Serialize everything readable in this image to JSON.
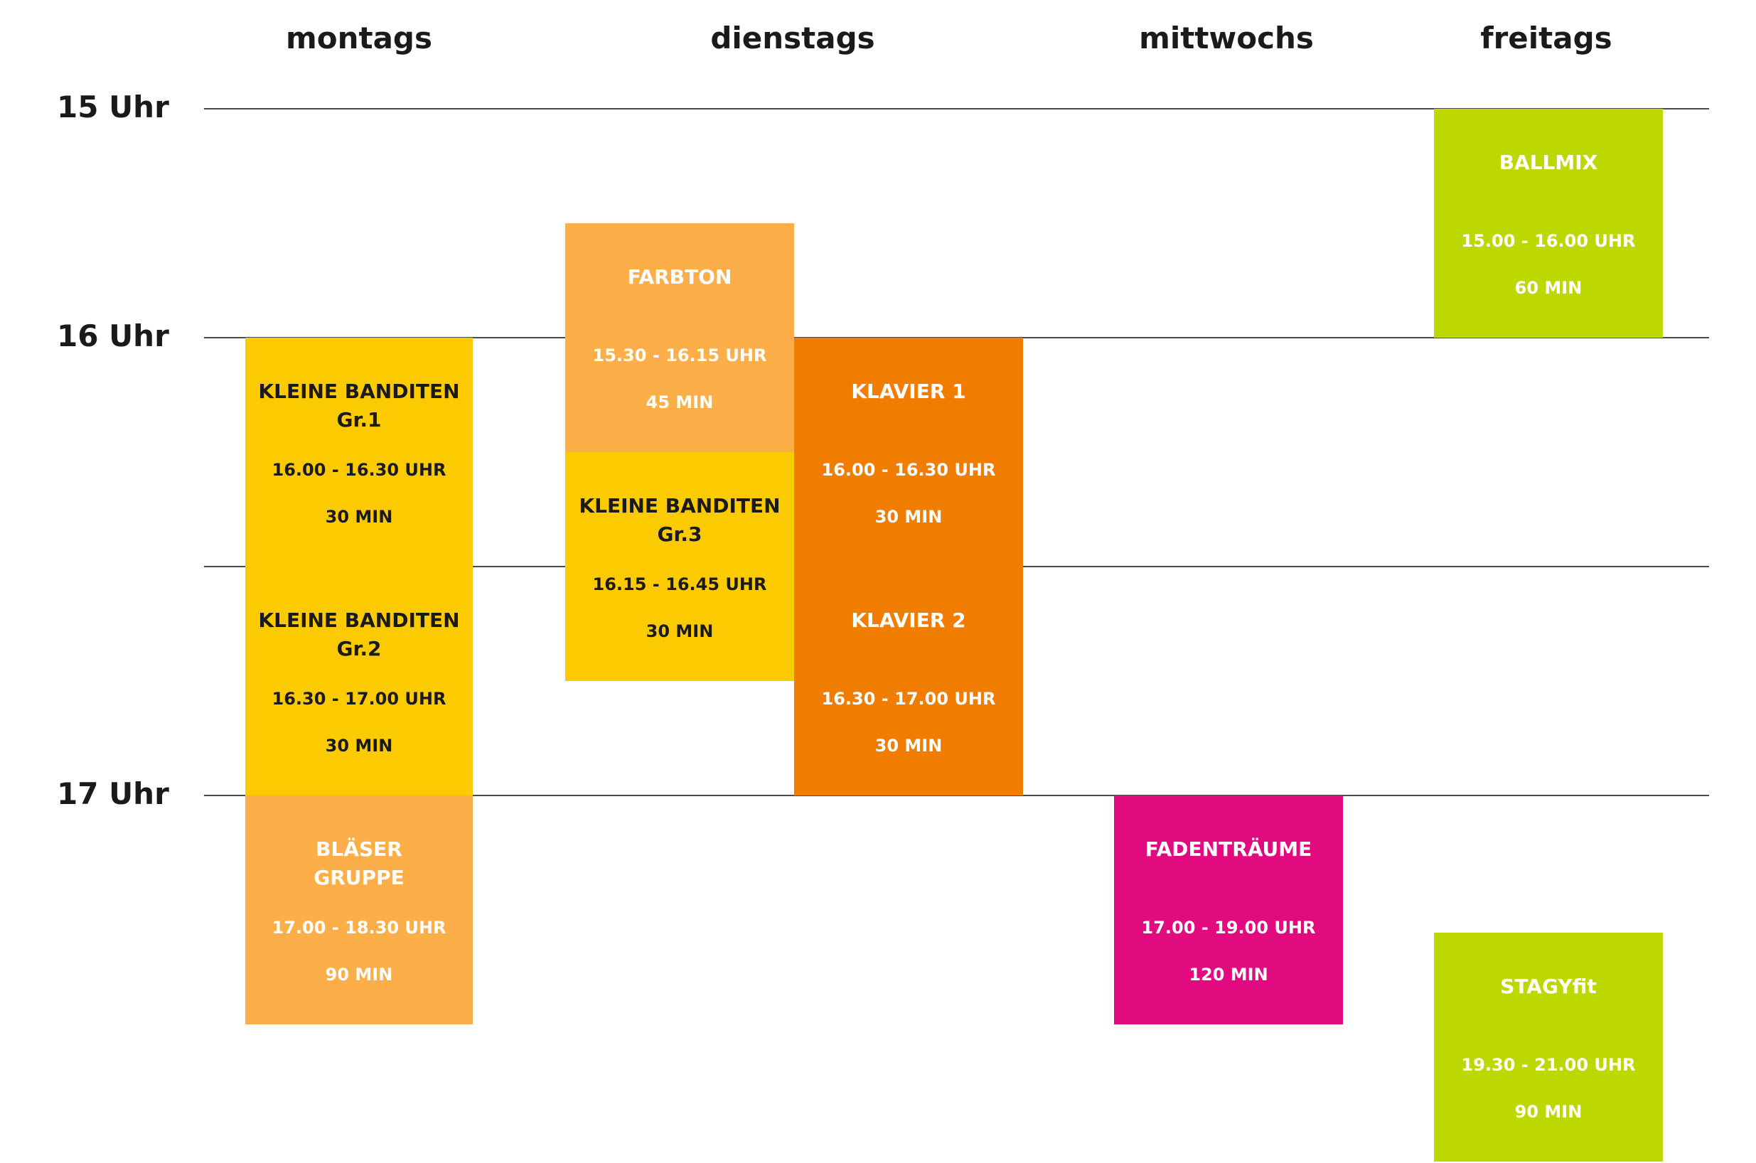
{
  "days": [
    "montags",
    "dienstags",
    "mittwochs",
    "freitags"
  ],
  "hours": [
    "15 Uhr",
    "16 Uhr",
    "17 Uhr"
  ],
  "colors": {
    "yellow": "#fcca00",
    "light_orange": "#fcaf48",
    "dark_orange": "#f07d00",
    "magenta": "#e20a7f",
    "lime": "#bcd800",
    "text_dark": "#1a1a1a",
    "text_light": "#ffffff",
    "gridline": "#4a4a4a"
  },
  "blocks": [
    {
      "title": "KLEINE BANDITEN Gr.1",
      "time": "16.00 - 16.30 UHR",
      "duration": "30 MIN",
      "color": "yellow",
      "text": "dark",
      "day": "montags"
    },
    {
      "title": "KLEINE BANDITEN Gr.2",
      "time": "16.30 - 17.00 UHR",
      "duration": "30 MIN",
      "color": "yellow",
      "text": "dark",
      "day": "montags"
    },
    {
      "title": "BLÄSER GRUPPE",
      "time": "17.00 - 18.30 UHR",
      "duration": "90 MIN",
      "color": "light_orange",
      "text": "light",
      "day": "montags"
    },
    {
      "title": "FARBTON",
      "time": "15.30 - 16.15 UHR",
      "duration": "45 MIN",
      "color": "light_orange",
      "text": "light",
      "day": "dienstags"
    },
    {
      "title": "KLEINE BANDITEN Gr.3",
      "time": "16.15 - 16.45 UHR",
      "duration": "30 MIN",
      "color": "yellow",
      "text": "dark",
      "day": "dienstags"
    },
    {
      "title": "KLAVIER 1",
      "time": "16.00 - 16.30 UHR",
      "duration": "30 MIN",
      "color": "dark_orange",
      "text": "light",
      "day": "dienstags"
    },
    {
      "title": "KLAVIER 2",
      "time": "16.30 - 17.00 UHR",
      "duration": "30 MIN",
      "color": "dark_orange",
      "text": "light",
      "day": "dienstags"
    },
    {
      "title": "FADENTRÄUME",
      "time": "17.00 - 19.00 UHR",
      "duration": "120 MIN",
      "color": "magenta",
      "text": "light",
      "day": "mittwochs"
    },
    {
      "title": "BALLMIX",
      "time": "15.00 - 16.00 UHR",
      "duration": "60 MIN",
      "color": "lime",
      "text": "light",
      "day": "freitags"
    },
    {
      "title": "STAGYfit",
      "time": "19.30 - 21.00 UHR",
      "duration": "90 MIN",
      "color": "lime",
      "text": "light",
      "day": "freitags"
    }
  ]
}
